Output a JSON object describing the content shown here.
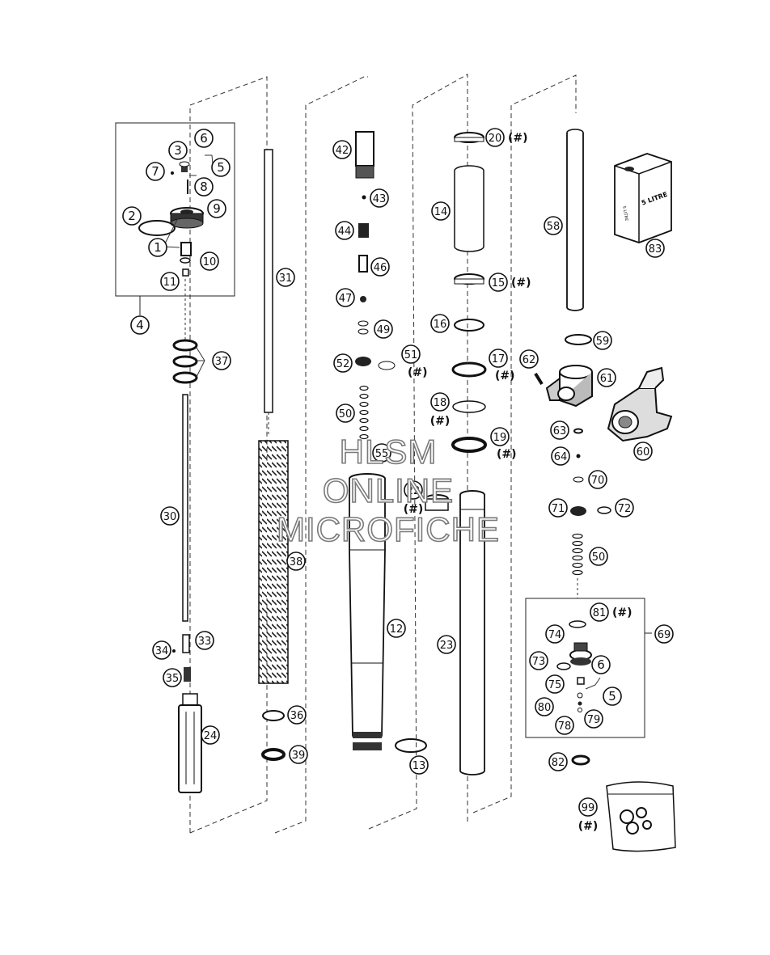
{
  "diagram": {
    "parts": [
      {
        "num": "1"
      },
      {
        "num": "2"
      },
      {
        "num": "3"
      },
      {
        "num": "4"
      },
      {
        "num": "5"
      },
      {
        "num": "6"
      },
      {
        "num": "7"
      },
      {
        "num": "8"
      },
      {
        "num": "9"
      },
      {
        "num": "10"
      },
      {
        "num": "11"
      },
      {
        "num": "37"
      },
      {
        "num": "30"
      },
      {
        "num": "33"
      },
      {
        "num": "34"
      },
      {
        "num": "35"
      },
      {
        "num": "24"
      },
      {
        "num": "31"
      },
      {
        "num": "38"
      },
      {
        "num": "36"
      },
      {
        "num": "39"
      },
      {
        "num": "42"
      },
      {
        "num": "43"
      },
      {
        "num": "44"
      },
      {
        "num": "46"
      },
      {
        "num": "47"
      },
      {
        "num": "49"
      },
      {
        "num": "51",
        "note": "(#)"
      },
      {
        "num": "52"
      },
      {
        "num": "50"
      },
      {
        "num": "55"
      },
      {
        "num": "12"
      },
      {
        "num": "13"
      },
      {
        "num": "20",
        "note": "(#)"
      },
      {
        "num": "14"
      },
      {
        "num": "15",
        "note": "(#)"
      },
      {
        "num": "16"
      },
      {
        "num": "17",
        "note": "(#)"
      },
      {
        "num": "18",
        "note": "(#)"
      },
      {
        "num": "19",
        "note": "(#)"
      },
      {
        "num": "22",
        "note": "(#)"
      },
      {
        "num": "23"
      },
      {
        "num": "58"
      },
      {
        "num": "59"
      },
      {
        "num": "62"
      },
      {
        "num": "61"
      },
      {
        "num": "60"
      },
      {
        "num": "63"
      },
      {
        "num": "64"
      },
      {
        "num": "70"
      },
      {
        "num": "71"
      },
      {
        "num": "72"
      },
      {
        "num": "50"
      },
      {
        "num": "81",
        "note": "(#)"
      },
      {
        "num": "69"
      },
      {
        "num": "74"
      },
      {
        "num": "73"
      },
      {
        "num": "6"
      },
      {
        "num": "75"
      },
      {
        "num": "5"
      },
      {
        "num": "80"
      },
      {
        "num": "78"
      },
      {
        "num": "79"
      },
      {
        "num": "82"
      },
      {
        "num": "83"
      },
      {
        "num": "99",
        "note": "(#)"
      }
    ],
    "can_label": "5 LITRE",
    "watermark": [
      "HLSM",
      "ONLINE",
      "MICROFICHE"
    ],
    "colors": {
      "line": "#111111",
      "watermark_outline": "#7a7a7a",
      "background": "#ffffff"
    }
  }
}
